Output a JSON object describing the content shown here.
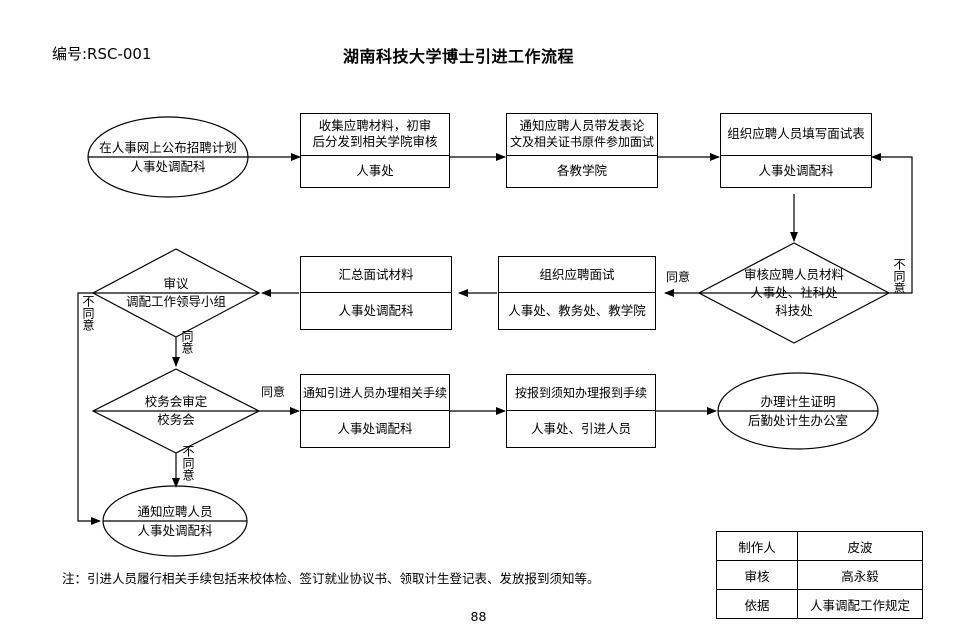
{
  "header": {
    "doc_code": "编号:RSC-001",
    "title": "湖南科技大学博士引进工作流程"
  },
  "nodes": {
    "start": {
      "line1": "在人事网上公布招聘计划",
      "line2": "人事处调配科",
      "shape": "ellipse"
    },
    "collect": {
      "line1": "收集应聘材料，初审",
      "line2": "后分发到相关学院审核",
      "line3": "人事处",
      "shape": "rect"
    },
    "notify_interview": {
      "line1": "通知应聘人员带发表论",
      "line2": "文及相关证书原件参加面试",
      "line3": "各教学院",
      "shape": "rect"
    },
    "fill_form": {
      "line1": "组织应聘人员填写面试表",
      "line2": "人事处调配科",
      "shape": "rect"
    },
    "review_materials": {
      "line1": "审核应聘人员材料",
      "line2": "人事处、社科处",
      "line3": "科技处",
      "shape": "diamond"
    },
    "organize_interview": {
      "line1": "组织应聘面试",
      "line2": "人事处、教务处、教学院",
      "shape": "rect"
    },
    "summarize": {
      "line1": "汇总面试材料",
      "line2": "人事处调配科",
      "shape": "rect"
    },
    "deliberate": {
      "line1": "审议",
      "line2": "调配工作领导小组",
      "shape": "diamond"
    },
    "school_affairs": {
      "line1": "校务会审定",
      "line2": "校务会",
      "shape": "diamond"
    },
    "notify_procedures": {
      "line1": "通知引进人员办理相关手续",
      "line2": "人事处调配科",
      "shape": "rect"
    },
    "report_procedures": {
      "line1": "按报到须知办理报到手续",
      "line2": "人事处、引进人员",
      "shape": "rect"
    },
    "family_planning": {
      "line1": "办理计生证明",
      "line2": "后勤处计生办公室",
      "shape": "ellipse"
    },
    "notify_applicant": {
      "line1": "通知应聘人员",
      "line2": "人事处调配科",
      "shape": "ellipse"
    }
  },
  "edge_labels": {
    "review_disagree": "不同意",
    "review_agree": "同意",
    "deliberate_disagree": "不同意",
    "deliberate_agree": "同意",
    "school_agree": "同意",
    "school_disagree": "不同意"
  },
  "note": "注：引进人员履行相关手续包括来校体检、签订就业协议书、领取计生登记表、发放报到须知等。",
  "page_number": "88",
  "signoff": {
    "rows": [
      {
        "key": "制作人",
        "value": "皮波"
      },
      {
        "key": "审核",
        "value": "高永毅"
      },
      {
        "key": "依据",
        "value": "人事调配工作规定"
      }
    ]
  },
  "colors": {
    "line": "#000000",
    "background": "#ffffff"
  }
}
